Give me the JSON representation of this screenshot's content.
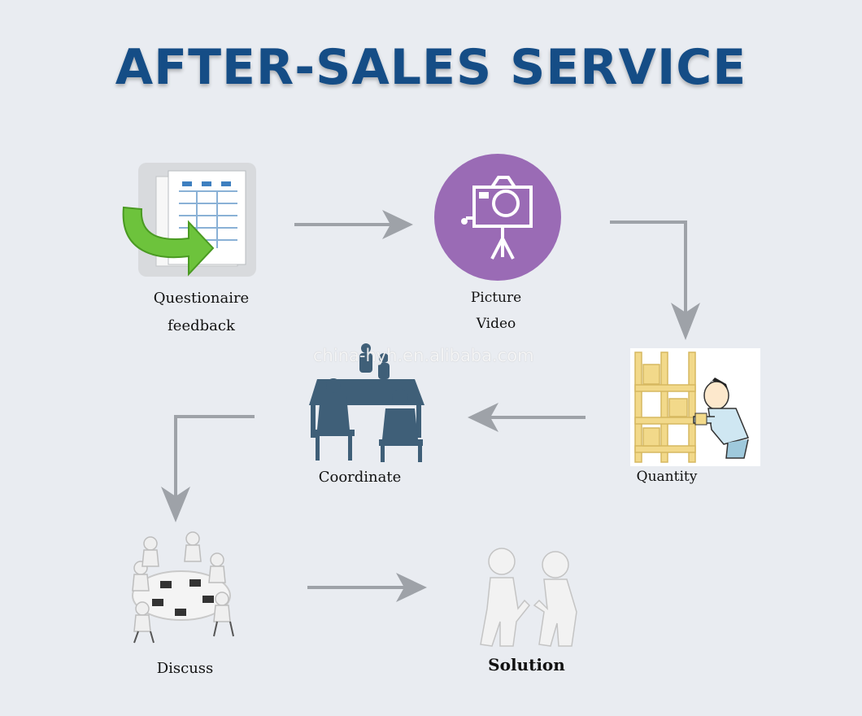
{
  "title": "AFTER-SALES SERVICE",
  "watermark": "china-hyh.en.alibaba.com",
  "steps": {
    "questionnaire": {
      "line1": "Questionaire",
      "line2": "feedback"
    },
    "picture": {
      "line1": "Picture",
      "line2": "Video"
    },
    "quantity": {
      "label": "Quantity"
    },
    "coordinate": {
      "label": "Coordinate"
    },
    "discuss": {
      "label": "Discuss"
    },
    "solution": {
      "label": "Solution"
    }
  },
  "colors": {
    "title": "#154d86",
    "arrow": "#9ea2a8",
    "camera_circle": "#9a6bb5",
    "green_arrow": "#6dc33c",
    "table_blue": "#3f5f78",
    "shelf": "#f2d98a"
  }
}
